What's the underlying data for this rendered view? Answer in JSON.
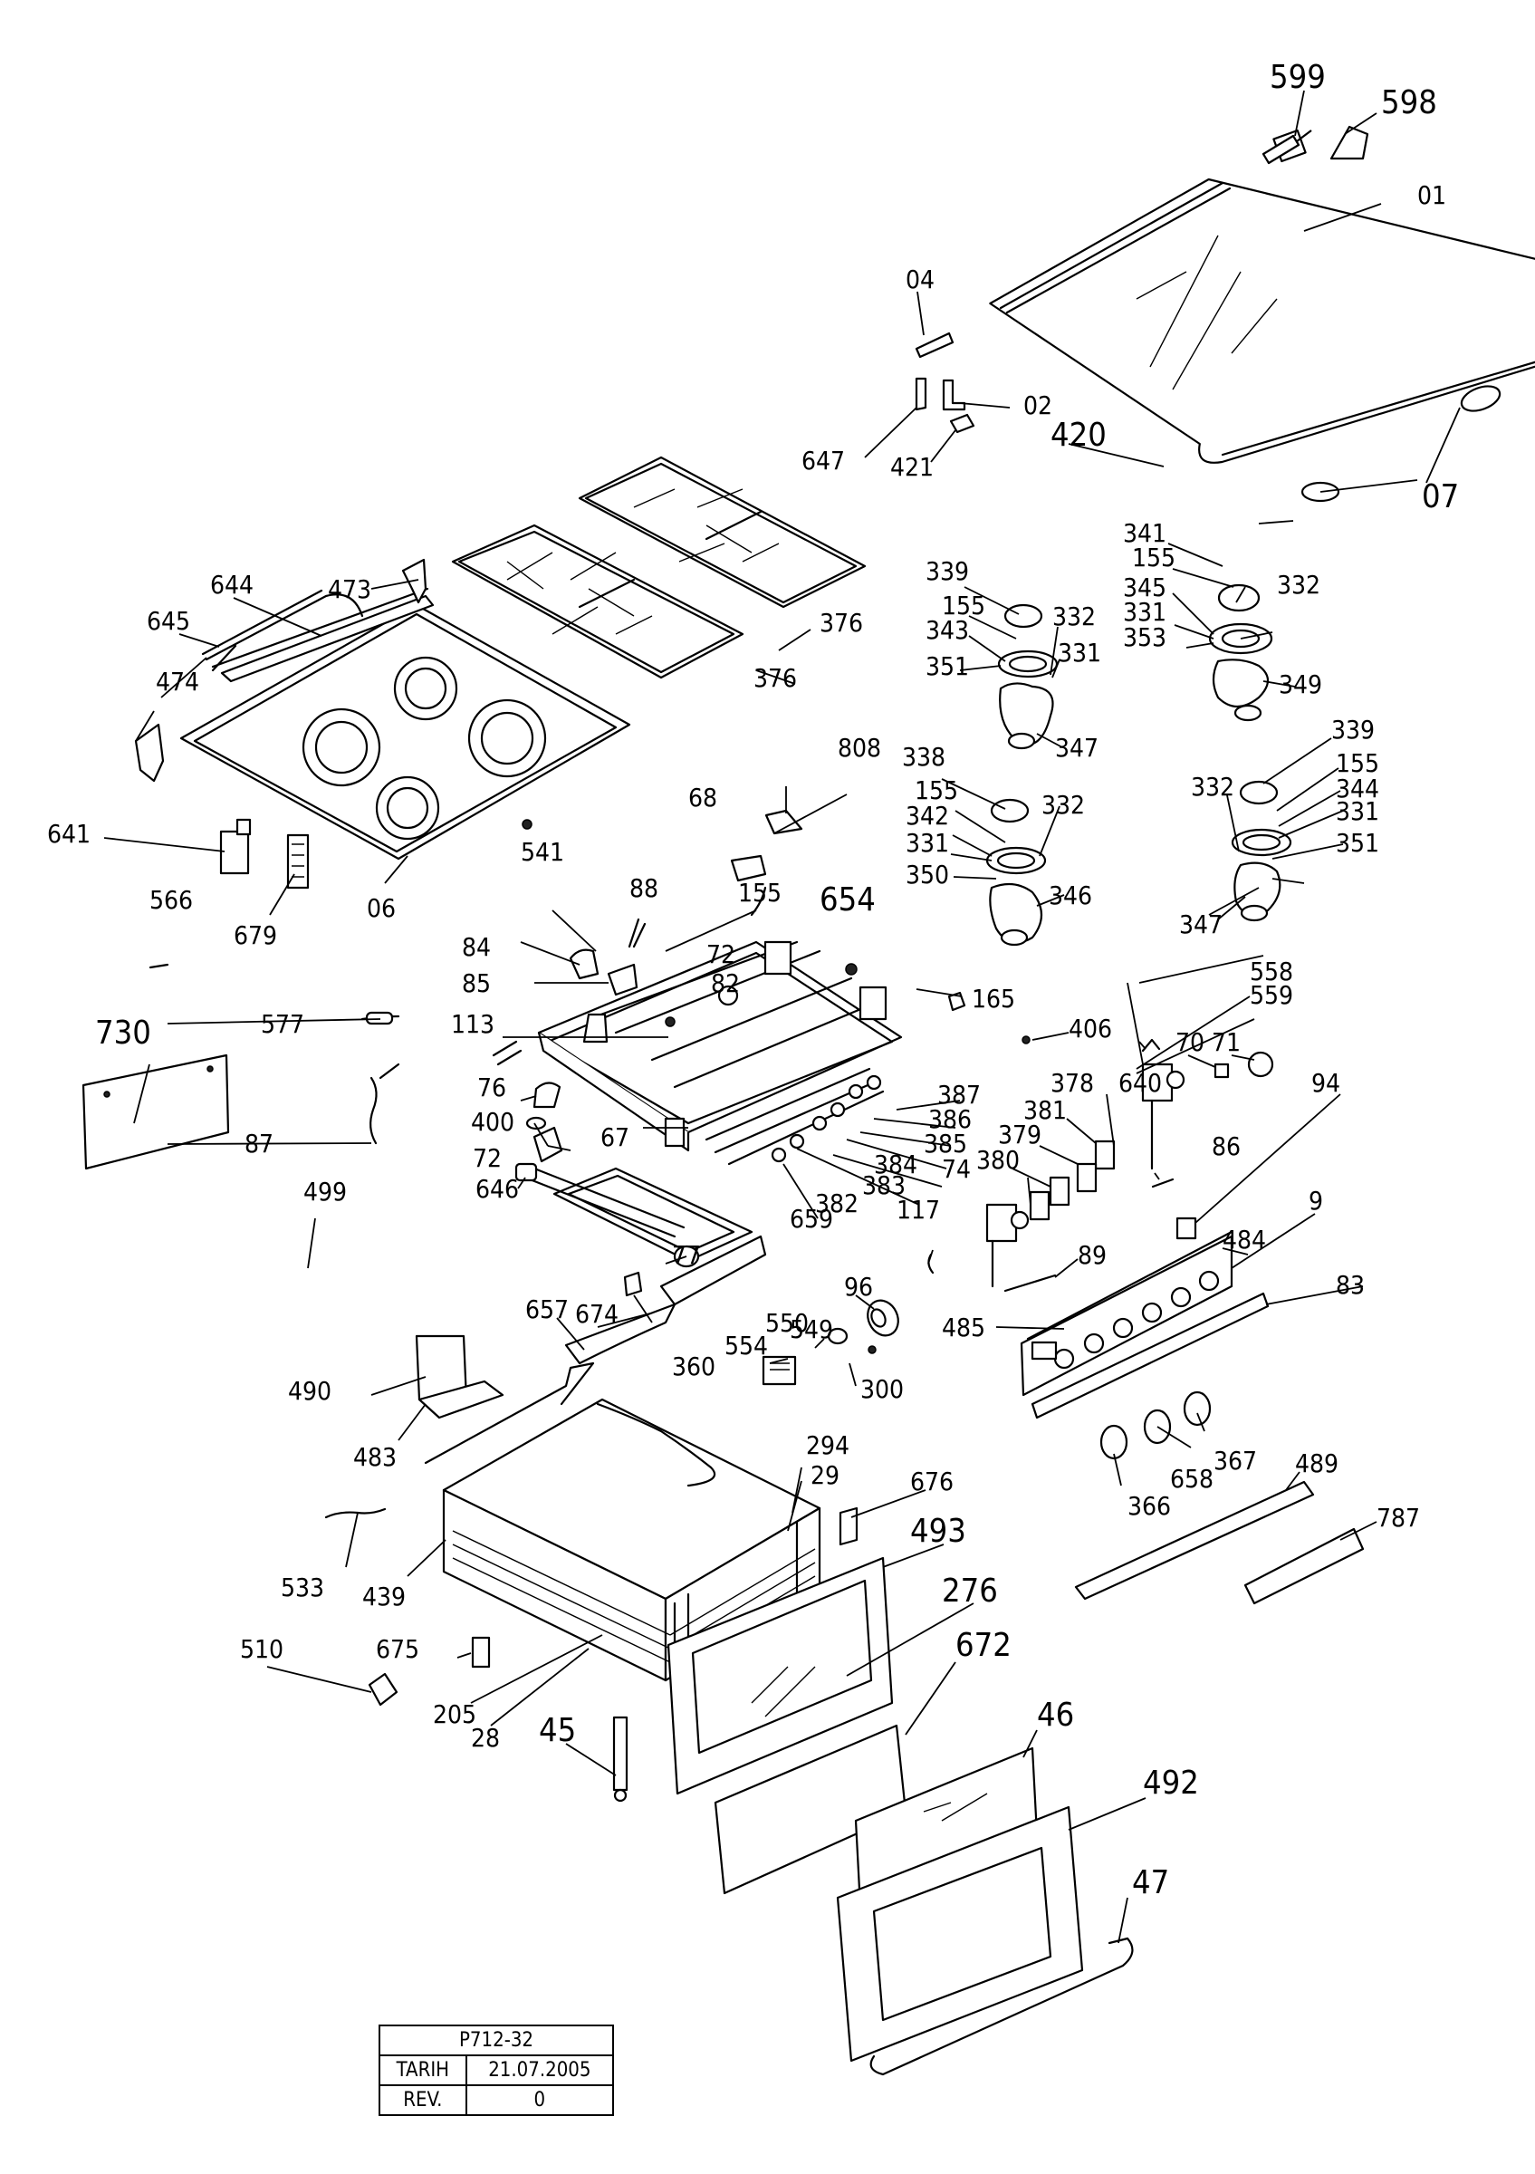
{
  "labels": {
    "l01": "01",
    "l02": "02",
    "l04": "04",
    "l06": "06",
    "l07": "07",
    "l9": "9",
    "l28": "28",
    "l29": "29",
    "l45": "45",
    "l46": "46",
    "l47": "47",
    "l67": "67",
    "l68": "68",
    "l70": "70",
    "l71": "71",
    "l72a": "72",
    "l72b": "72",
    "l74": "74",
    "l76": "76",
    "l77": "77",
    "l82": "82",
    "l83": "83",
    "l84": "84",
    "l85": "85",
    "l86": "86",
    "l87": "87",
    "l88": "88",
    "l89": "89",
    "l94": "94",
    "l96": "96",
    "l113": "113",
    "l117": "117",
    "l155a": "155",
    "l155b": "155",
    "l155c": "155",
    "l155d": "155",
    "l155e": "155",
    "l165": "165",
    "l205": "205",
    "l276": "276",
    "l294": "294",
    "l300": "300",
    "l331a": "331",
    "l331b": "331",
    "l331c": "331",
    "l331d": "331",
    "l332a": "332",
    "l332b": "332",
    "l332c": "332",
    "l332d": "332",
    "l338": "338",
    "l339a": "339",
    "l339b": "339",
    "l341": "341",
    "l342": "342",
    "l343": "343",
    "l344": "344",
    "l345": "345",
    "l346": "346",
    "l347a": "347",
    "l347b": "347",
    "l349": "349",
    "l350": "350",
    "l351a": "351",
    "l351b": "351",
    "l353": "353",
    "l360": "360",
    "l366": "366",
    "l367": "367",
    "l376a": "376",
    "l376b": "376",
    "l378": "378",
    "l379": "379",
    "l380": "380",
    "l381": "381",
    "l382": "382",
    "l383": "383",
    "l384": "384",
    "l385": "385",
    "l386": "386",
    "l387": "387",
    "l400": "400",
    "l406": "406",
    "l420": "420",
    "l421": "421",
    "l439": "439",
    "l473": "473",
    "l474": "474",
    "l483": "483",
    "l484": "484",
    "l485": "485",
    "l489": "489",
    "l490": "490",
    "l492": "492",
    "l493": "493",
    "l499": "499",
    "l510": "510",
    "l533": "533",
    "l541": "541",
    "l549": "549",
    "l550": "550",
    "l554": "554",
    "l558": "558",
    "l559": "559",
    "l566": "566",
    "l577": "577",
    "l598": "598",
    "l599": "599",
    "l640": "640",
    "l641": "641",
    "l644": "644",
    "l645": "645",
    "l646": "646",
    "l647": "647",
    "l654": "654",
    "l657": "657",
    "l658": "658",
    "l659": "659",
    "l672": "672",
    "l674": "674",
    "l675": "675",
    "l676": "676",
    "l679": "679",
    "l730": "730",
    "l787": "787",
    "l808": "808"
  },
  "title_block": {
    "drawing_code": "P712-32",
    "date_label": "TARIH",
    "date_value": "21.07.2005",
    "rev_label": "REV.",
    "rev_value": "0"
  }
}
